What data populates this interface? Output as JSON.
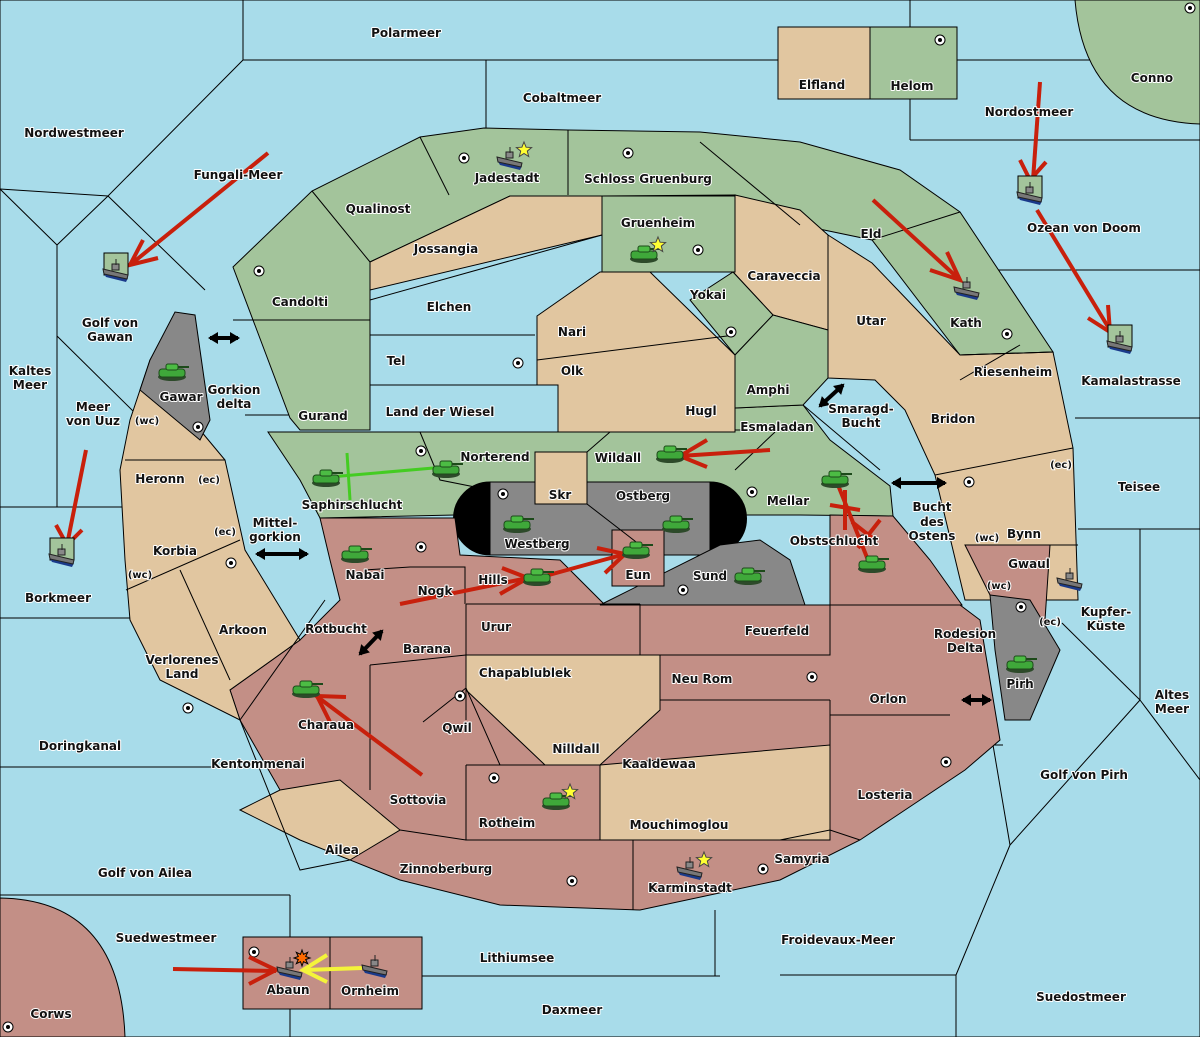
{
  "colors": {
    "sea": "#a8dcea",
    "power_green": "#a3c49b",
    "neutral_tan": "#e1c6a0",
    "power_red": "#c38f86",
    "impassable_gray": "#888888",
    "move_order": "#c8200c",
    "support_order": "#44cc22",
    "convoy_order": "#f4f43a",
    "star": "#ffff33"
  },
  "seas": [
    {
      "name": "Polarmeer"
    },
    {
      "name": "Cobaltmeer"
    },
    {
      "name": "Nordwestmeer"
    },
    {
      "name": "Fungali-Meer"
    },
    {
      "name": "Nordostmeer"
    },
    {
      "name": "Ozean von Doom"
    },
    {
      "name": "Golf von Gawan"
    },
    {
      "name": "Kaltes Meer"
    },
    {
      "name": "Meer von Uuz"
    },
    {
      "name": "Borkmeer"
    },
    {
      "name": "Gorkion delta"
    },
    {
      "name": "Mittel-gorkion"
    },
    {
      "name": "Rotbucht"
    },
    {
      "name": "Smaragd-Bucht"
    },
    {
      "name": "Bucht des Ostens"
    },
    {
      "name": "Rodesion Delta"
    },
    {
      "name": "Kamalastrasse"
    },
    {
      "name": "Teisee"
    },
    {
      "name": "Kupfer-Küste"
    },
    {
      "name": "Altes Meer"
    },
    {
      "name": "Golf von Pirh"
    },
    {
      "name": "Doringkanal"
    },
    {
      "name": "Golf von Ailea"
    },
    {
      "name": "Suedwestmeer"
    },
    {
      "name": "Lithiumsee"
    },
    {
      "name": "Daxmeer"
    },
    {
      "name": "Froidevaux-Meer"
    },
    {
      "name": "Suedostmeer"
    }
  ],
  "labels": {
    "polarmeer": "Polarmeer",
    "cobaltmeer": "Cobaltmeer",
    "nordwestmeer": "Nordwestmeer",
    "fungali": "Fungali-Meer",
    "nordostmeer": "Nordostmeer",
    "ozean": "Ozean von Doom",
    "golf_gawan_1": "Golf von",
    "golf_gawan_2": "Gawan",
    "kaltes_1": "Kaltes",
    "kaltes_2": "Meer",
    "uuz_1": "Meer",
    "uuz_2": "von Uuz",
    "borkmeer": "Borkmeer",
    "gorkion_1": "Gorkion",
    "gorkion_2": "delta",
    "mittel_1": "Mittel-",
    "mittel_2": "gorkion",
    "rotbucht": "Rotbucht",
    "smaragd_1": "Smaragd-",
    "smaragd_2": "Bucht",
    "bucht_1": "Bucht",
    "bucht_2": "des",
    "bucht_3": "Ostens",
    "rodesion_1": "Rodesion",
    "rodesion_2": "Delta",
    "kamala": "Kamalastrasse",
    "teisee": "Teisee",
    "kupfer_1": "Kupfer-",
    "kupfer_2": "Küste",
    "altes_1": "Altes",
    "altes_2": "Meer",
    "golf_pirh": "Golf von Pirh",
    "doringkanal": "Doringkanal",
    "golf_ailea": "Golf von Ailea",
    "suedwestmeer": "Suedwestmeer",
    "lithiumsee": "Lithiumsee",
    "daxmeer": "Daxmeer",
    "froidevaux": "Froidevaux-Meer",
    "suedostmeer": "Suedostmeer",
    "elfland": "Elfland",
    "helom": "Helom",
    "conno": "Conno",
    "jadestadt": "Jadestadt",
    "schloss": "Schloss Gruenburg",
    "qualinost": "Qualinost",
    "jossangia": "Jossangia",
    "gruenheim": "Gruenheim",
    "caraveccia": "Caraveccia",
    "eld": "Eld",
    "candolti": "Candolti",
    "elchen": "Elchen",
    "nari": "Nari",
    "yokai": "Yokai",
    "utar": "Utar",
    "kath": "Kath",
    "tel": "Tel",
    "olk": "Olk",
    "amphi": "Amphi",
    "riesenheim": "Riesenheim",
    "gurand": "Gurand",
    "wiesel": "Land der Wiesel",
    "hugl": "Hugl",
    "esmaladan": "Esmaladan",
    "bridon": "Bridon",
    "gawar": "Gawar",
    "norterend": "Norterend",
    "wildall": "Wildall",
    "heronn": "Heronn",
    "saphir": "Saphirschlucht",
    "skr": "Skr",
    "ostberg": "Ostberg",
    "mellar": "Mellar",
    "westberg": "Westberg",
    "obst": "Obstschlucht",
    "bynn": "Bynn",
    "korbia": "Korbia",
    "nabai": "Nabai",
    "eun": "Eun",
    "hills": "Hills",
    "sund": "Sund",
    "gwaul": "Gwaul",
    "nogk": "Nogk",
    "arkoon": "Arkoon",
    "urur": "Urur",
    "feuerfeld": "Feuerfeld",
    "barana": "Barana",
    "verlorenes_1": "Verlorenes",
    "verlorenes_2": "Land",
    "chapa": "Chapablublek",
    "neurom": "Neu Rom",
    "pirh": "Pirh",
    "charaua": "Charaua",
    "orlon": "Orlon",
    "qwil": "Qwil",
    "nilldall": "Nilldall",
    "kentommenai": "Kentommenai",
    "kaaldewaa": "Kaaldewaa",
    "losteria": "Losteria",
    "sottovia": "Sottovia",
    "rotheim": "Rotheim",
    "mouchi": "Mouchimoglou",
    "ailea": "Ailea",
    "zinnoberburg": "Zinnoberburg",
    "samyria": "Samyria",
    "karminstadt": "Karminstadt",
    "abaun": "Abaun",
    "ornheim": "Ornheim",
    "corws": "Corws",
    "wc": "(wc)",
    "ec": "(ec)"
  },
  "units": [
    {
      "type": "fleet",
      "location": "Jadestadt",
      "power": "green",
      "home_star": true
    },
    {
      "type": "army",
      "location": "Gruenheim",
      "power": "green",
      "home_star": true
    },
    {
      "type": "fleet",
      "location": "Golf von Gawan",
      "power": "green"
    },
    {
      "type": "fleet",
      "location": "Ozean von Doom",
      "power": "green"
    },
    {
      "type": "fleet",
      "location": "Kath",
      "power": "green"
    },
    {
      "type": "fleet",
      "location": "Kamalastrasse",
      "power": "green"
    },
    {
      "type": "fleet",
      "location": "Borkmeer",
      "power": "green"
    },
    {
      "type": "army",
      "location": "Gawar",
      "power": "green"
    },
    {
      "type": "army",
      "location": "Saphirschlucht",
      "power": "green"
    },
    {
      "type": "army",
      "location": "Norterend",
      "power": "green"
    },
    {
      "type": "army",
      "location": "Wildall",
      "power": "green"
    },
    {
      "type": "army",
      "location": "Mellar",
      "power": "green"
    },
    {
      "type": "army",
      "location": "Westberg",
      "power": "red"
    },
    {
      "type": "army",
      "location": "Ostberg",
      "power": "red"
    },
    {
      "type": "army",
      "location": "Nabai",
      "power": "red"
    },
    {
      "type": "army",
      "location": "Eun",
      "power": "red"
    },
    {
      "type": "army",
      "location": "Hills",
      "power": "red"
    },
    {
      "type": "army",
      "location": "Sund",
      "power": "red"
    },
    {
      "type": "army",
      "location": "Obstschlucht",
      "power": "red"
    },
    {
      "type": "fleet",
      "location": "Gwaul",
      "power": "red"
    },
    {
      "type": "army",
      "location": "Pirh",
      "power": "red"
    },
    {
      "type": "army",
      "location": "Charaua",
      "power": "red"
    },
    {
      "type": "army",
      "location": "Rotheim",
      "power": "red",
      "home_star": true
    },
    {
      "type": "fleet",
      "location": "Karminstadt",
      "power": "red",
      "home_star": true
    },
    {
      "type": "fleet",
      "location": "Abaun",
      "power": "red",
      "dislodged": true
    },
    {
      "type": "fleet",
      "location": "Ornheim",
      "power": "red"
    }
  ],
  "orders": [
    {
      "kind": "move",
      "from": "Fungali-Meer",
      "to": "Golf von Gawan"
    },
    {
      "kind": "move",
      "from": "Nordostmeer",
      "to": "Ozean von Doom"
    },
    {
      "kind": "move",
      "from": "Ozean von Doom",
      "to": "Kamalastrasse"
    },
    {
      "kind": "move",
      "from": "Eld",
      "to": "Kath"
    },
    {
      "kind": "move",
      "from": "Meer von Uuz",
      "to": "Borkmeer"
    },
    {
      "kind": "support",
      "from": "Norterend",
      "target": "Saphirschlucht"
    },
    {
      "kind": "move",
      "from": "Esmaladan",
      "to": "Wildall"
    },
    {
      "kind": "move",
      "from": "Nogk",
      "to": "Hills"
    },
    {
      "kind": "move",
      "from": "Hills",
      "to": "Eun"
    },
    {
      "kind": "move",
      "from": "Mellar",
      "to": "Obstschlucht",
      "failed": true
    },
    {
      "kind": "move",
      "from": "Sottovia",
      "to": "Charaua"
    },
    {
      "kind": "move",
      "from": "Suedwestmeer",
      "to": "Abaun"
    },
    {
      "kind": "support",
      "from": "Ornheim",
      "target": "Abaun",
      "cut": true
    }
  ]
}
